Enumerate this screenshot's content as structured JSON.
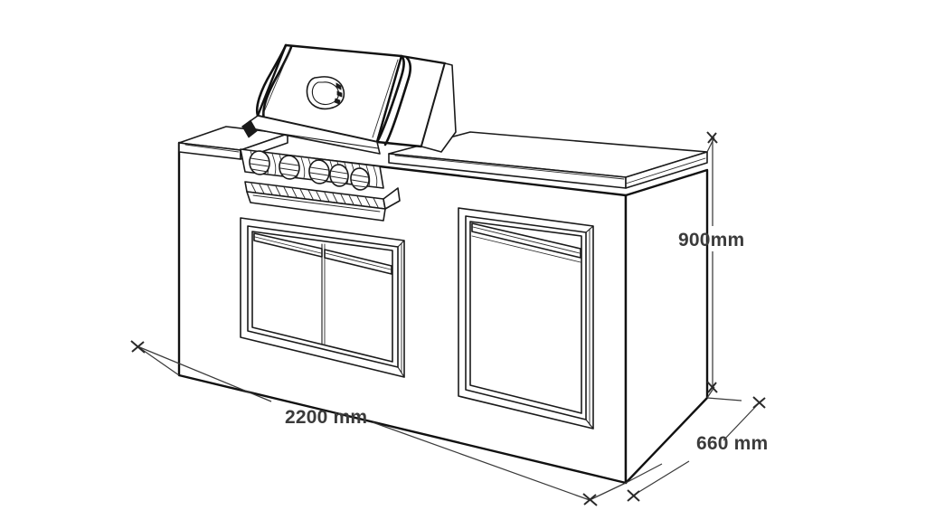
{
  "drawing": {
    "title": "Outdoor BBQ Kitchen Island Technical Dimension Drawing",
    "view": "isometric",
    "background_color": "#ffffff",
    "line_color": "#1a1a1a",
    "dimension_text_color": "#3b3b3b"
  },
  "dimensions": {
    "length": {
      "value": "2200 mm",
      "axis": "width",
      "position": "bottom-left"
    },
    "height": {
      "value": "900mm",
      "axis": "height",
      "position": "right"
    },
    "depth": {
      "value": "660 mm",
      "axis": "depth",
      "position": "bottom-right"
    }
  },
  "components": {
    "hood": {
      "name": "grill-hood",
      "state": "open"
    },
    "temperature_gauge": {
      "name": "temperature-gauge"
    },
    "control_knobs": {
      "name": "control-knobs",
      "count": 5
    },
    "burner_panel": {
      "name": "burner-panel"
    },
    "grill_grate": {
      "name": "grill-grate"
    },
    "left_cabinet": {
      "name": "left-double-door-cabinet",
      "doors": 2
    },
    "right_cabinet": {
      "name": "right-single-door-cabinet",
      "doors": 1
    },
    "countertop": {
      "name": "countertop"
    },
    "island_body": {
      "name": "island-body"
    }
  }
}
